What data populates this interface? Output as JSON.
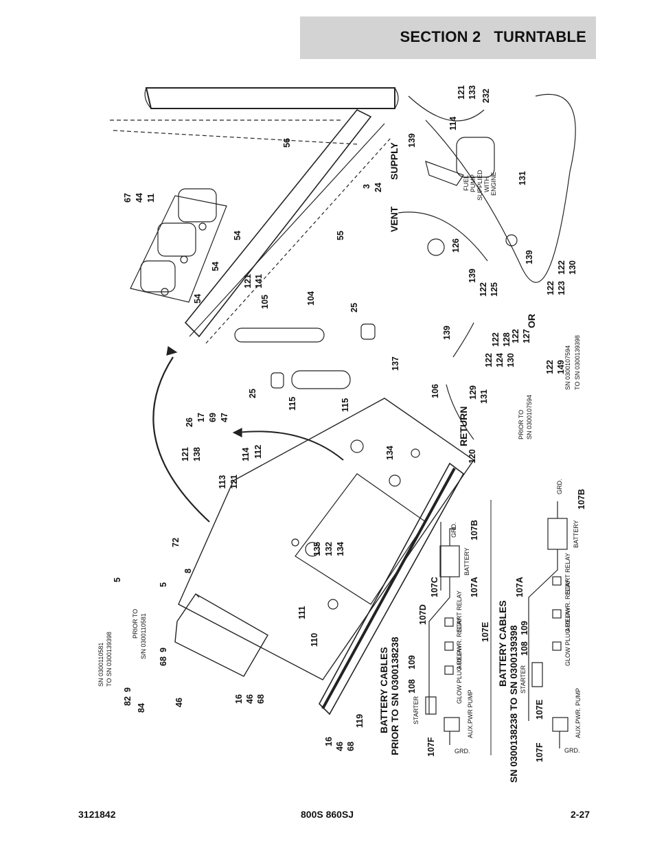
{
  "header": {
    "title": "SECTION 2   TURNTABLE"
  },
  "footer": {
    "doc_number": "3121842",
    "model": "800S 860SJ",
    "page": "2-27"
  },
  "callouts_top": [
    "67",
    "44",
    "11",
    "56",
    "3",
    "24",
    "55",
    "54",
    "54",
    "54",
    "121",
    "141",
    "105",
    "104",
    "25",
    "25",
    "137",
    "115",
    "115",
    "106",
    "17",
    "69",
    "47",
    "26",
    "121",
    "138",
    "114",
    "112",
    "113",
    "121",
    "72",
    "134",
    "135",
    "132",
    "134",
    "120"
  ],
  "callouts_left": [
    "5",
    "5",
    "8",
    "SN 0300110581",
    "TO SN 0300139398",
    "PRIOR TO",
    "S/N 0300110581",
    "9",
    "68",
    "82",
    "9",
    "84",
    "46",
    "16",
    "46",
    "68",
    "111",
    "110",
    "119",
    "16",
    "46",
    "68"
  ],
  "fuel": {
    "supply": "SUPPLY",
    "vent": "VENT",
    "return": "RETURN",
    "or": "OR",
    "fuel_pump_note": [
      "FUEL",
      "PUMP",
      "SUPPLIED",
      "WITH",
      "ENGINE"
    ],
    "callouts": [
      "121",
      "133",
      "232",
      "114",
      "139",
      "131",
      "126",
      "139",
      "122",
      "125",
      "139",
      "122",
      "123",
      "122",
      "130",
      "139",
      "122",
      "124",
      "130",
      "122",
      "128",
      "122",
      "127",
      "129",
      "131",
      "122",
      "149"
    ],
    "prior_to": "PRIOR TO",
    "prior_sn": "SN 0300107594",
    "range1": "SN 0300107594",
    "range2": "TO SN 0300139398"
  },
  "battery_prior": {
    "title1": "BATTERY CABLES",
    "title2": "PRIOR TO SN 0300138238",
    "labels": [
      "107C",
      "107D",
      "109",
      "108",
      "107A",
      "107E",
      "107F",
      "107B"
    ],
    "parts": {
      "battery": "BATTERY",
      "start_relay": "START RELAY",
      "aux_relay": "AUX.PWR. RELAY",
      "glow_relay": "GLOW PLUG RELAY",
      "starter": "STARTER",
      "aux_pump": "AUX.PWR PUMP",
      "grd": "GRD."
    }
  },
  "battery_range": {
    "title1": "BATTERY CABLES",
    "title2": "SN 0300138238 TO SN 0300139398",
    "labels": [
      "107A",
      "109",
      "108",
      "107E",
      "107F",
      "107B"
    ],
    "parts": {
      "battery": "BATTERY",
      "start_relay": "START RELAY",
      "aux_relay": "AUX.PWR. RELAY",
      "glow_relay": "GLOW PLUG RELAY",
      "starter": "STARTER",
      "aux_pump": "AUX.PWR. PUMP",
      "grd": "GRD."
    }
  }
}
